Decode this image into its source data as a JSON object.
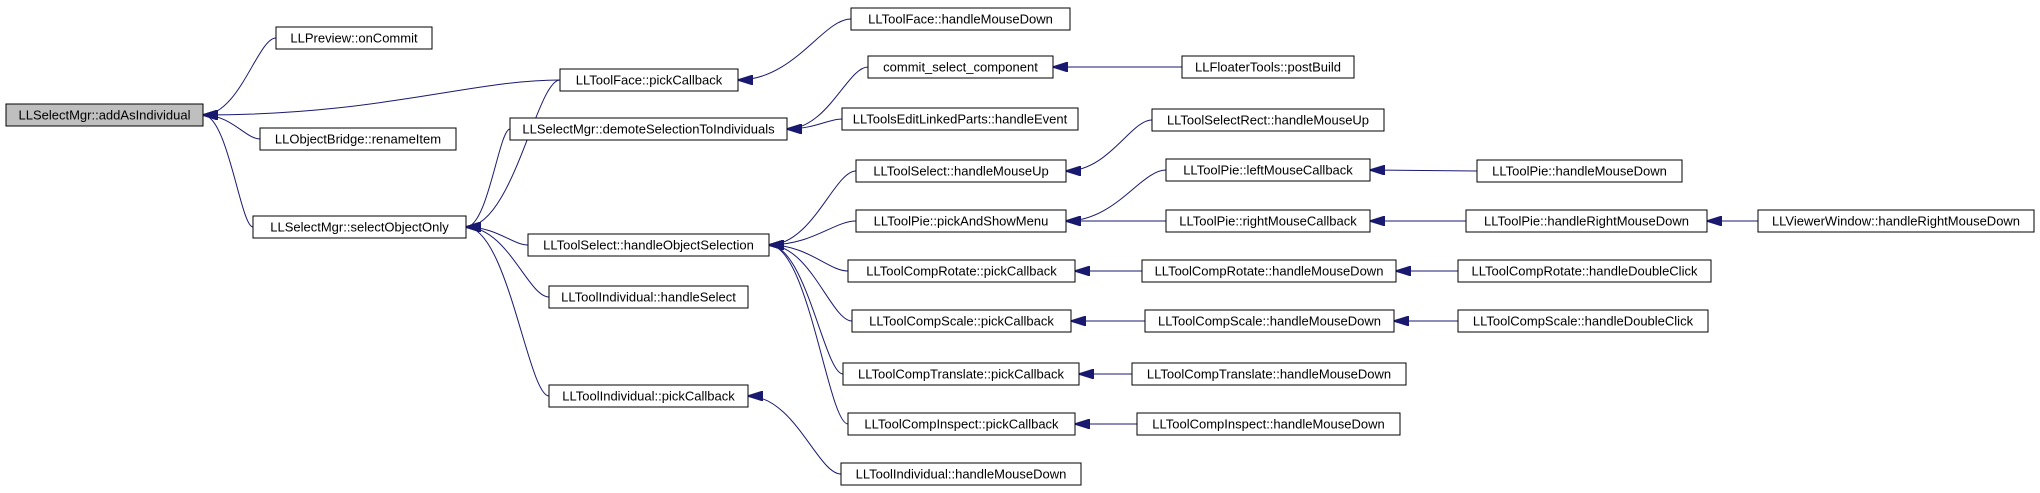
{
  "colors": {
    "edge": "#191970",
    "node_border": "#000000",
    "node_fill": "#ffffff",
    "root_fill": "#bfbfbf",
    "background": "#ffffff"
  },
  "nodes": [
    {
      "id": "addAsIndividual",
      "label": "LLSelectMgr::addAsIndividual",
      "root": true
    },
    {
      "id": "previewOnCommit",
      "label": "LLPreview::onCommit"
    },
    {
      "id": "faceHandleMouseDown",
      "label": "LLToolFace::handleMouseDown"
    },
    {
      "id": "facePickCallback",
      "label": "LLToolFace::pickCallback"
    },
    {
      "id": "commitSelectComponent",
      "label": "commit_select_component"
    },
    {
      "id": "floaterPostBuild",
      "label": "LLFloaterTools::postBuild"
    },
    {
      "id": "objectBridgeRename",
      "label": "LLObjectBridge::renameItem"
    },
    {
      "id": "demoteSelection",
      "label": "LLSelectMgr::demoteSelectionToIndividuals"
    },
    {
      "id": "editLinkedHandleEvent",
      "label": "LLToolsEditLinkedParts::handleEvent"
    },
    {
      "id": "selectRectMouseUp",
      "label": "LLToolSelectRect::handleMouseUp"
    },
    {
      "id": "selectMouseUp",
      "label": "LLToolSelect::handleMouseUp"
    },
    {
      "id": "pieLeftMouse",
      "label": "LLToolPie::leftMouseCallback"
    },
    {
      "id": "pieHandleMouseDown",
      "label": "LLToolPie::handleMouseDown"
    },
    {
      "id": "selectObjectOnly",
      "label": "LLSelectMgr::selectObjectOnly"
    },
    {
      "id": "handleObjectSelection",
      "label": "LLToolSelect::handleObjectSelection"
    },
    {
      "id": "piePickAndShowMenu",
      "label": "LLToolPie::pickAndShowMenu"
    },
    {
      "id": "pieRightMouse",
      "label": "LLToolPie::rightMouseCallback"
    },
    {
      "id": "pieHandleRightMouseDown",
      "label": "LLToolPie::handleRightMouseDown"
    },
    {
      "id": "viewerRightMouseDown",
      "label": "LLViewerWindow::handleRightMouseDown"
    },
    {
      "id": "rotatePickCallback",
      "label": "LLToolCompRotate::pickCallback"
    },
    {
      "id": "rotateHandleMouseDown",
      "label": "LLToolCompRotate::handleMouseDown"
    },
    {
      "id": "rotateDoubleClick",
      "label": "LLToolCompRotate::handleDoubleClick"
    },
    {
      "id": "individualHandleSelect",
      "label": "LLToolIndividual::handleSelect"
    },
    {
      "id": "scalePickCallback",
      "label": "LLToolCompScale::pickCallback"
    },
    {
      "id": "scaleHandleMouseDown",
      "label": "LLToolCompScale::handleMouseDown"
    },
    {
      "id": "scaleDoubleClick",
      "label": "LLToolCompScale::handleDoubleClick"
    },
    {
      "id": "translatePickCallback",
      "label": "LLToolCompTranslate::pickCallback"
    },
    {
      "id": "translateHandleMouseDown",
      "label": "LLToolCompTranslate::handleMouseDown"
    },
    {
      "id": "individualPickCallback",
      "label": "LLToolIndividual::pickCallback"
    },
    {
      "id": "inspectPickCallback",
      "label": "LLToolCompInspect::pickCallback"
    },
    {
      "id": "inspectHandleMouseDown",
      "label": "LLToolCompInspect::handleMouseDown"
    },
    {
      "id": "individualHandleMouseDown",
      "label": "LLToolIndividual::handleMouseDown"
    }
  ],
  "edges": [
    {
      "from": "previewOnCommit",
      "to": "addAsIndividual"
    },
    {
      "from": "facePickCallback",
      "to": "addAsIndividual"
    },
    {
      "from": "objectBridgeRename",
      "to": "addAsIndividual"
    },
    {
      "from": "selectObjectOnly",
      "to": "addAsIndividual"
    },
    {
      "from": "faceHandleMouseDown",
      "to": "facePickCallback"
    },
    {
      "from": "floaterPostBuild",
      "to": "commitSelectComponent"
    },
    {
      "from": "commitSelectComponent",
      "to": "demoteSelection"
    },
    {
      "from": "editLinkedHandleEvent",
      "to": "demoteSelection"
    },
    {
      "from": "facePickCallback",
      "to": "selectObjectOnly"
    },
    {
      "from": "demoteSelection",
      "to": "selectObjectOnly"
    },
    {
      "from": "handleObjectSelection",
      "to": "selectObjectOnly"
    },
    {
      "from": "individualHandleSelect",
      "to": "selectObjectOnly"
    },
    {
      "from": "individualPickCallback",
      "to": "selectObjectOnly"
    },
    {
      "from": "selectRectMouseUp",
      "to": "selectMouseUp"
    },
    {
      "from": "pieHandleMouseDown",
      "to": "pieLeftMouse"
    },
    {
      "from": "pieLeftMouse",
      "to": "piePickAndShowMenu"
    },
    {
      "from": "pieRightMouse",
      "to": "piePickAndShowMenu"
    },
    {
      "from": "pieHandleRightMouseDown",
      "to": "pieRightMouse"
    },
    {
      "from": "viewerRightMouseDown",
      "to": "pieHandleRightMouseDown"
    },
    {
      "from": "selectMouseUp",
      "to": "handleObjectSelection"
    },
    {
      "from": "piePickAndShowMenu",
      "to": "handleObjectSelection"
    },
    {
      "from": "rotatePickCallback",
      "to": "handleObjectSelection"
    },
    {
      "from": "scalePickCallback",
      "to": "handleObjectSelection"
    },
    {
      "from": "translatePickCallback",
      "to": "handleObjectSelection"
    },
    {
      "from": "inspectPickCallback",
      "to": "handleObjectSelection"
    },
    {
      "from": "rotateHandleMouseDown",
      "to": "rotatePickCallback"
    },
    {
      "from": "rotateDoubleClick",
      "to": "rotateHandleMouseDown"
    },
    {
      "from": "scaleHandleMouseDown",
      "to": "scalePickCallback"
    },
    {
      "from": "scaleDoubleClick",
      "to": "scaleHandleMouseDown"
    },
    {
      "from": "translateHandleMouseDown",
      "to": "translatePickCallback"
    },
    {
      "from": "inspectHandleMouseDown",
      "to": "inspectPickCallback"
    },
    {
      "from": "individualHandleMouseDown",
      "to": "individualPickCallback"
    }
  ]
}
